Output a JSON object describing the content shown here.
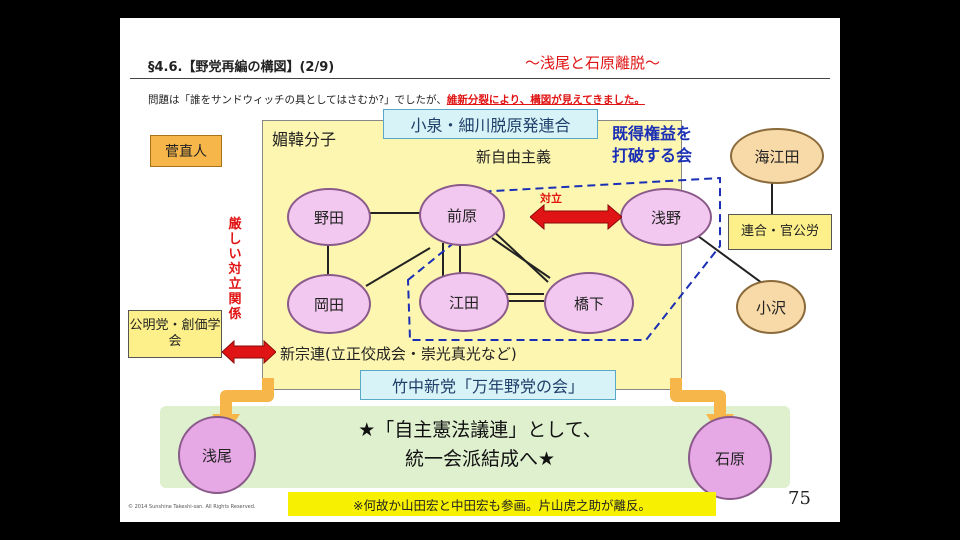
{
  "header": {
    "section": "§4.6.【野党再編の構図】(2/9)",
    "subtitle": "〜浅尾と石原離脱〜",
    "intro_prefix": "問題は「誰をサンドウィッチの具としてはさむか?」でしたが、",
    "intro_highlight": "維新分裂により、構図が見えてきました。"
  },
  "labels": {
    "region_title": "媚韓分子",
    "neoliberal": "新自由主義",
    "nuclear_league": "小泉・細川脱原発連合",
    "vested_line1": "既得権益を",
    "vested_line2": "打破する会",
    "confront": "対立",
    "severe_conflict": "厳しい対立関係",
    "new_religion": "新宗連(立正佼成会・崇光真光など)",
    "takenaka": "竹中新党「万年野党の会」",
    "banner_line1": "★「自主憲法議連」として、",
    "banner_line2": "統一会派結成へ★",
    "footnote": "※何故か山田宏と中田宏も参画。片山虎之助が離反。",
    "page_number": "75",
    "copyright": "© 2014 Sunshine Takeshi-san. All Rights Reserved."
  },
  "boxes": {
    "kan": "菅直人",
    "komeito": "公明党・創価学会",
    "rengo": "連合・官公労"
  },
  "nodes": {
    "noda": "野田",
    "maehara": "前原",
    "asao_mid": "浅野",
    "okada": "岡田",
    "eda": "江田",
    "hashimoto": "橋下",
    "kaieda": "海江田",
    "ozawa": "小沢",
    "asao": "浅尾",
    "ishihara": "石原"
  },
  "colors": {
    "accent_red": "#e01414",
    "region_yellow": "#fdf6b0",
    "node_pink": "#f3c8f0",
    "node_orange": "#f8d9a8",
    "banner_green": "#dff0cf",
    "link_blue": "#1a2fb5"
  }
}
